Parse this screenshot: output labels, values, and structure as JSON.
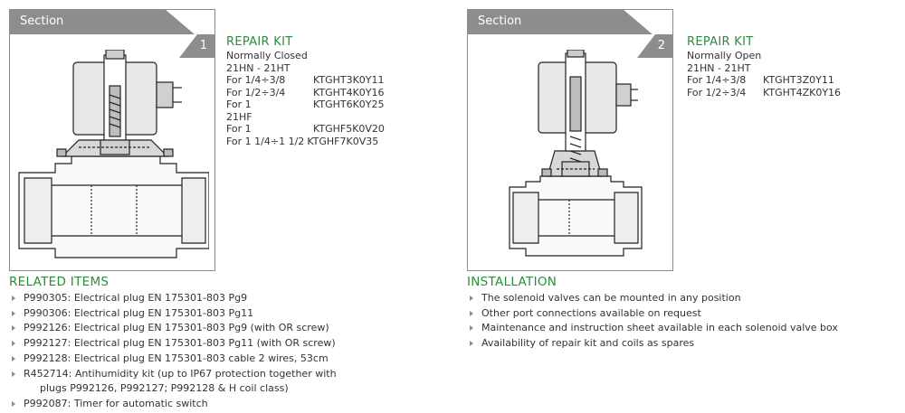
{
  "section_label": "Section",
  "panels": [
    {
      "number": "1"
    },
    {
      "number": "2"
    }
  ],
  "repair_kits": [
    {
      "title": "REPAIR KIT",
      "type": "Normally Closed",
      "groups": [
        {
          "model": "21HN - 21HT",
          "rows": [
            {
              "size": "For 1/4÷3/8",
              "code": "KTGHT3K0Y11"
            },
            {
              "size": "For 1/2÷3/4",
              "code": "KTGHT4K0Y16"
            },
            {
              "size": "For 1",
              "code": "KTGHT6K0Y25"
            }
          ]
        },
        {
          "model": "21HF",
          "rows": [
            {
              "size": "For 1",
              "code": "KTGHF5K0V20"
            },
            {
              "size": "For 1 1/4÷1 1/2",
              "code": "KTGHF7K0V35"
            }
          ]
        }
      ]
    },
    {
      "title": "REPAIR KIT",
      "type": "Normally Open",
      "groups": [
        {
          "model": "21HN - 21HT",
          "rows": [
            {
              "size": "For 1/4÷3/8",
              "code": "KTGHT3Z0Y11"
            },
            {
              "size": "For 1/2÷3/4",
              "code": "KTGHT4ZK0Y16"
            }
          ]
        }
      ]
    }
  ],
  "related_items": {
    "title": "RELATED ITEMS",
    "items": [
      {
        "text": "P990305: Electrical plug EN 175301-803 Pg9"
      },
      {
        "text": "P990306: Electrical plug EN 175301-803 Pg11"
      },
      {
        "text": "P992126: Electrical plug EN 175301-803 Pg9 (with OR screw)"
      },
      {
        "text": "P992127: Electrical plug EN 175301-803 Pg11 (with OR screw)"
      },
      {
        "text": "P992128: Electrical plug EN 175301-803 cable 2 wires, 53cm"
      },
      {
        "text": "R452714: Antihumidity kit (up to IP67 protection together with",
        "cont": "plugs P992126, P992127; P992128 & H coil class)"
      },
      {
        "text": "P992087: Timer for automatic switch"
      }
    ]
  },
  "installation": {
    "title": "INSTALLATION",
    "items": [
      "The solenoid valves can be mounted in any position",
      "Other port connections available on request",
      "Maintenance and instruction sheet available in each solenoid valve box",
      "Availability of repair kit and coils as spares"
    ]
  },
  "colors": {
    "accent": "#2d8c3c",
    "tab": "#8d8d8d",
    "border": "#8a8a8a"
  }
}
